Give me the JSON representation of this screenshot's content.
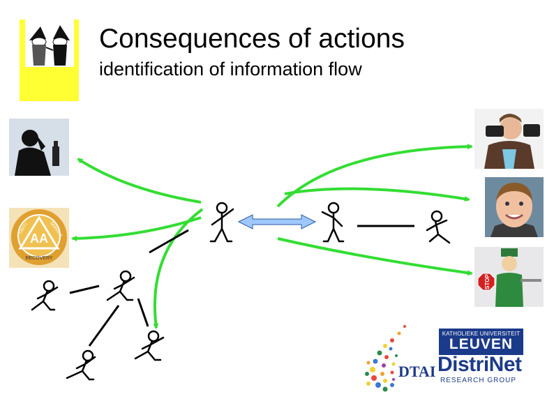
{
  "slide": {
    "title": "Consequences of actions",
    "subtitle": "identification of information flow"
  },
  "images": {
    "spy": "spy-vs-spy-icon",
    "drinker": "drinking-person-photo",
    "aa_logo": "aa-recovery-logo",
    "photographer": "photographer-photo",
    "zuckerberg": "portrait-photo",
    "police": "police-figure-photo"
  },
  "aa_logo": {
    "letters": "AA",
    "ring_left": "UNITY",
    "ring_right": "SERVICE",
    "ring_bottom": "RECOVERY"
  },
  "logos": {
    "dtai": "DTAI",
    "leuven_top": "KATHOLIEKE UNIVERSITEIT",
    "leuven_main": "LEUVEN",
    "distrinet": "DistriNet",
    "distrinet_sub": "RESEARCH GROUP"
  },
  "stop_sign": "STOP",
  "colors": {
    "arrow_green": "#33dd33",
    "bidir_arrow": "#9ec8ff",
    "spy_bg": "#ffff33",
    "logo_blue": "#1b3a8a"
  }
}
